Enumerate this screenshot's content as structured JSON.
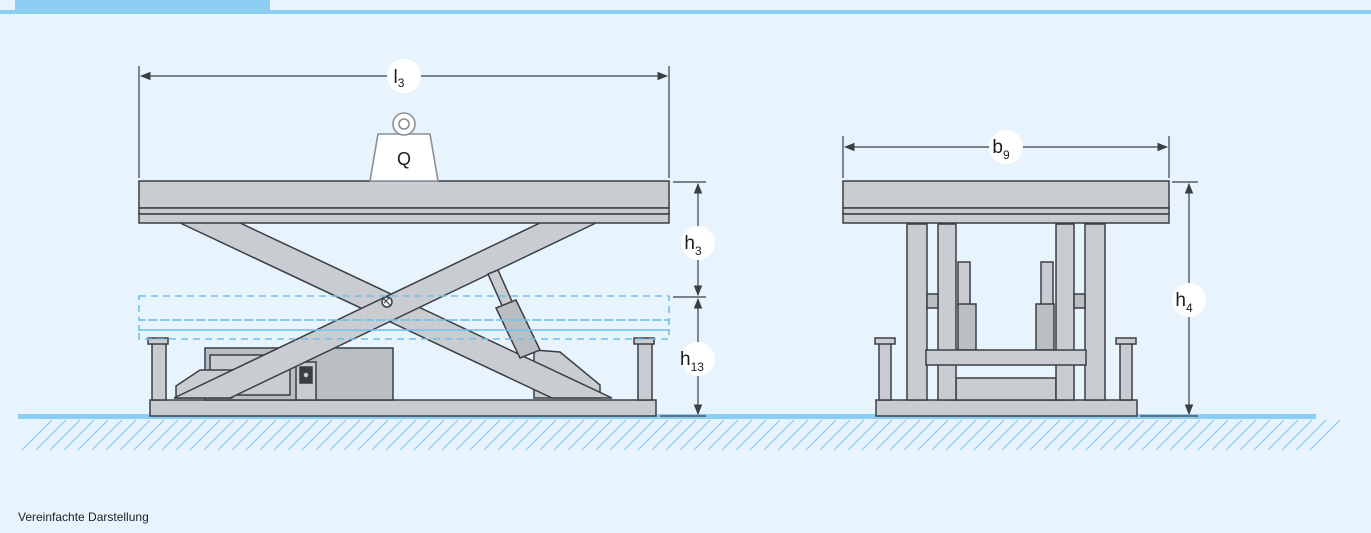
{
  "caption": "Vereinfachte Darstellung",
  "labels": {
    "load": "Q",
    "l3_main": "l",
    "l3_sub": "3",
    "b9_main": "b",
    "b9_sub": "9",
    "h3_main": "h",
    "h3_sub": "3",
    "h13_main": "h",
    "h13_sub": "13",
    "h4_main": "h",
    "h4_sub": "4"
  },
  "colors": {
    "background": "#e8f4fd",
    "accent": "#8ccdf2",
    "ground": "#8ccdf2",
    "metal_fill": "#c9cdd1",
    "metal_dark": "#b9bec3",
    "outline": "#3a3f44",
    "dashed": "#6fc2ec"
  },
  "icons": [
    "weight-icon",
    "ground-hatch"
  ]
}
